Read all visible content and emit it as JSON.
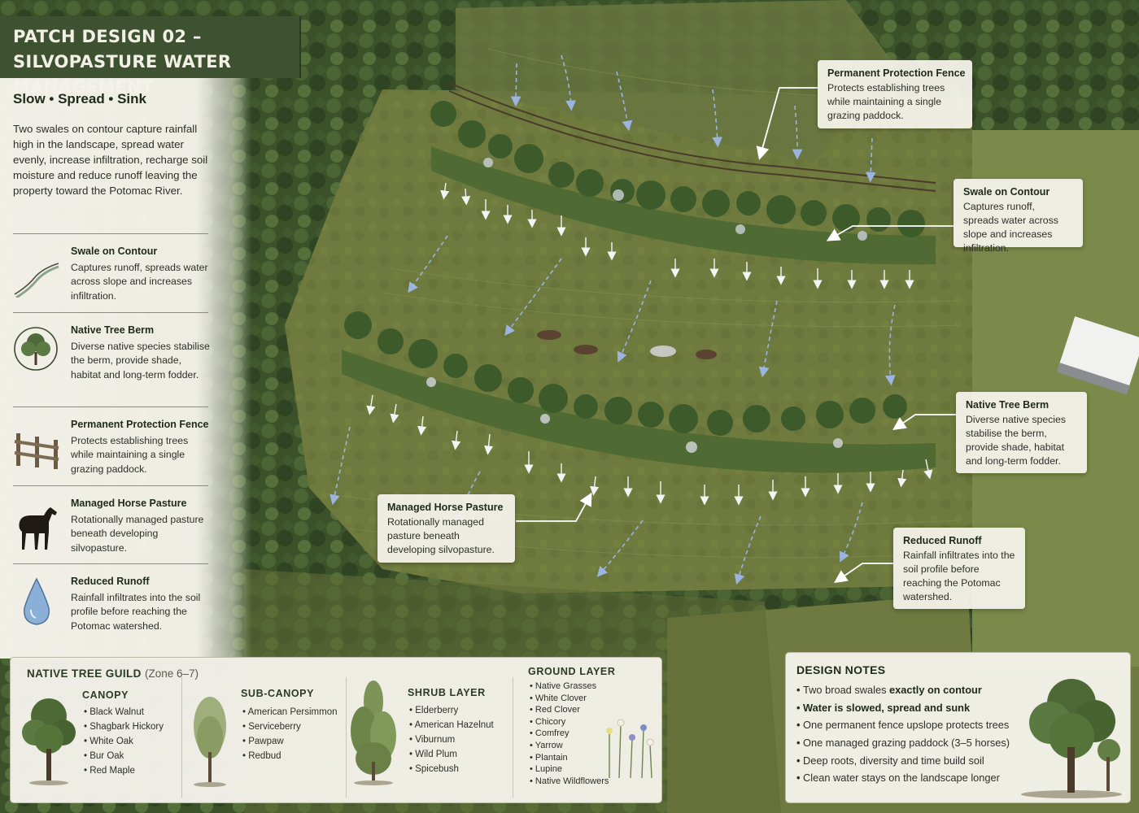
{
  "title": {
    "line1": "PATCH DESIGN 02 –",
    "line2": "SILVOPASTURE WATER MANAGEMENT"
  },
  "tagline": "Slow • Spread • Sink",
  "intro": "Two swales on contour capture rainfall high in the landscape, spread water evenly, increase infiltration, recharge soil moisture and reduce runoff leaving the property toward the Potomac River.",
  "legend": [
    {
      "icon": "swale-icon",
      "title": "Swale on Contour",
      "desc": "Captures runoff, spreads water across slope and increases infiltration."
    },
    {
      "icon": "tree-icon",
      "title": "Native Tree Berm",
      "desc": "Diverse native species stabilise the berm, provide shade, habitat and long-term fodder."
    },
    {
      "icon": "fence-icon",
      "title": "Permanent Protection Fence",
      "desc": "Protects establishing trees while maintaining a single grazing paddock."
    },
    {
      "icon": "horse-icon",
      "title": "Managed Horse Pasture",
      "desc": "Rotationally managed pasture beneath developing silvopasture."
    },
    {
      "icon": "water-drop-icon",
      "title": "Reduced Runoff",
      "desc": "Rainfall infiltrates into the soil profile before reaching the Potomac watershed."
    }
  ],
  "callouts": {
    "fence": {
      "title": "Permanent Protection Fence",
      "text": "Protects establishing trees while maintaining a single grazing paddock."
    },
    "swale": {
      "title": "Swale on Contour",
      "text": "Captures runoff, spreads water across slope and increases infiltration."
    },
    "berm": {
      "title": "Native Tree Berm",
      "text": "Diverse native species stabilise the berm, provide shade, habitat and long-term fodder."
    },
    "pasture": {
      "title": "Managed Horse Pasture",
      "text": "Rotationally managed pasture beneath developing silvopasture."
    },
    "runoff": {
      "title": "Reduced Runoff",
      "text": "Rainfall infiltrates into the soil profile before reaching the Potomac watershed."
    }
  },
  "guild": {
    "heading": "NATIVE TREE GUILD",
    "zone": "(Zone 6–7)",
    "canopy": {
      "title": "CANOPY",
      "items": [
        "Black Walnut",
        "Shagbark Hickory",
        "White Oak",
        "Bur Oak",
        "Red Maple"
      ]
    },
    "subcanopy": {
      "title": "SUB-CANOPY",
      "items": [
        "American Persimmon",
        "Serviceberry",
        "Pawpaw",
        "Redbud"
      ]
    },
    "shrub": {
      "title": "SHRUB LAYER",
      "items": [
        "Elderberry",
        "American Hazelnut",
        "Viburnum",
        "Wild Plum",
        "Spicebush"
      ]
    },
    "ground": {
      "title": "GROUND LAYER",
      "items": [
        "Native Grasses",
        "White Clover",
        "Red Clover",
        "Chicory",
        "Comfrey",
        "Yarrow",
        "Plantain",
        "Lupine",
        "Native Wildflowers"
      ]
    }
  },
  "notes": {
    "title": "DESIGN NOTES",
    "items": [
      {
        "pre": "Two broad swales ",
        "strong": "exactly on contour"
      },
      {
        "pre": "",
        "strong": "Water is slowed, spread and sunk"
      },
      {
        "pre": "One permanent fence upslope protects trees",
        "strong": ""
      },
      {
        "pre": "One managed grazing paddock (3–5 horses)",
        "strong": ""
      },
      {
        "pre": "Deep roots, diversity and time build soil",
        "strong": ""
      },
      {
        "pre": "Clean water stays on the landscape longer",
        "strong": ""
      }
    ]
  },
  "colors": {
    "forest": "#37502a",
    "pasture": "#6f7a3e",
    "banner": "#3e5232",
    "panel": "#f4f2ea",
    "water_arrow": "#9bb4e0"
  }
}
